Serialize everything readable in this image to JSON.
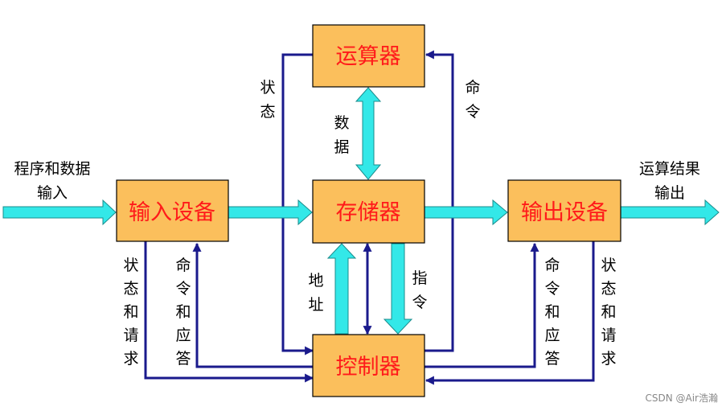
{
  "colors": {
    "box_fill": "#fbbf5c",
    "box_border": "#000000",
    "box_text": "#ff1a1a",
    "data_arrow": "#33e8e8",
    "control_line": "#1a1a8c"
  },
  "boxes": {
    "alu": "运算器",
    "memory": "存储器",
    "input": "输入设备",
    "output": "输出设备",
    "controller": "控制器"
  },
  "labels": {
    "program_data_input": [
      "程序和数据",
      "输入"
    ],
    "result_output": [
      "运算结果",
      "输出"
    ],
    "status_top": [
      "状",
      "态"
    ],
    "command_top": [
      "命",
      "令"
    ],
    "data_vertical": [
      "数",
      "据"
    ],
    "address": [
      "地",
      "址"
    ],
    "instruction": [
      "指",
      "令"
    ],
    "input_status_request": [
      "状",
      "态",
      "和",
      "请",
      "求"
    ],
    "input_command_response": [
      "命",
      "令",
      "和",
      "应",
      "答"
    ],
    "output_command_response": [
      "命",
      "令",
      "和",
      "应",
      "答"
    ],
    "output_status_request": [
      "状",
      "态",
      "和",
      "请",
      "求"
    ]
  },
  "watermark": "CSDN @Air浩瀚"
}
